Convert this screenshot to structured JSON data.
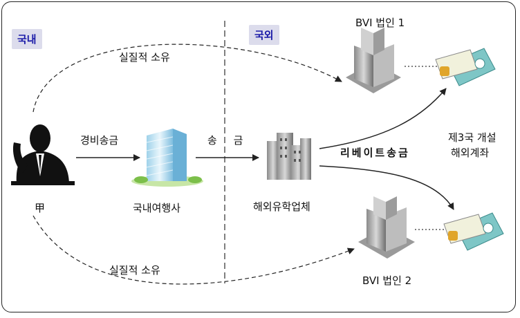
{
  "regions": {
    "domestic": "국내",
    "overseas": "국외"
  },
  "nodes": {
    "person": "甲",
    "domestic_agency": "국내여행사",
    "overseas_company": "해외유학업체",
    "bvi_corp_1": "BVI 법인 1",
    "bvi_corp_2": "BVI 법인 2",
    "third_country_account_line1": "제3국 개설",
    "third_country_account_line2": "해외계좌"
  },
  "edges": {
    "expense_remittance": "경비송금",
    "remittance": "송     금",
    "rebate_remittance": "리베이트송금",
    "actual_ownership_top": "실질적 소유",
    "actual_ownership_bottom": "실질적 소유"
  },
  "icons": {
    "person": "businessman-silhouette-icon",
    "agency_building": "office-tower-icon",
    "company_building": "city-buildings-icon",
    "bvi_building": "corporate-building-icon",
    "account": "money-stack-icon"
  },
  "colors": {
    "region_tag_text": "#1a1aa8",
    "region_tag_bg": "#dcdcec",
    "line": "#222222"
  }
}
